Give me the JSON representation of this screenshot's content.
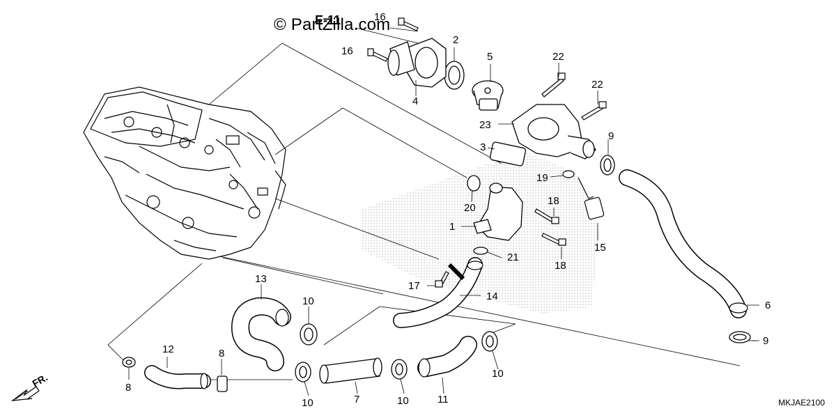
{
  "watermark": "© PartZilla.com",
  "figure_ref": "E-11",
  "diagram_code": "MKJAE2100",
  "front_indicator": "FR.",
  "callouts": {
    "c1": "1",
    "c2": "2",
    "c3": "3",
    "c4": "4",
    "c5": "5",
    "c6": "6",
    "c7": "7",
    "c8a": "8",
    "c8b": "8",
    "c9a": "9",
    "c9b": "9",
    "c10a": "10",
    "c10b": "10",
    "c10c": "10",
    "c10d": "10",
    "c11": "11",
    "c12": "12",
    "c13": "13",
    "c14": "14",
    "c15": "15",
    "c16a": "16",
    "c16b": "16",
    "c17": "17",
    "c18a": "18",
    "c18b": "18",
    "c19": "19",
    "c20": "20",
    "c21": "21",
    "c22a": "22",
    "c22b": "22",
    "c23": "23"
  }
}
